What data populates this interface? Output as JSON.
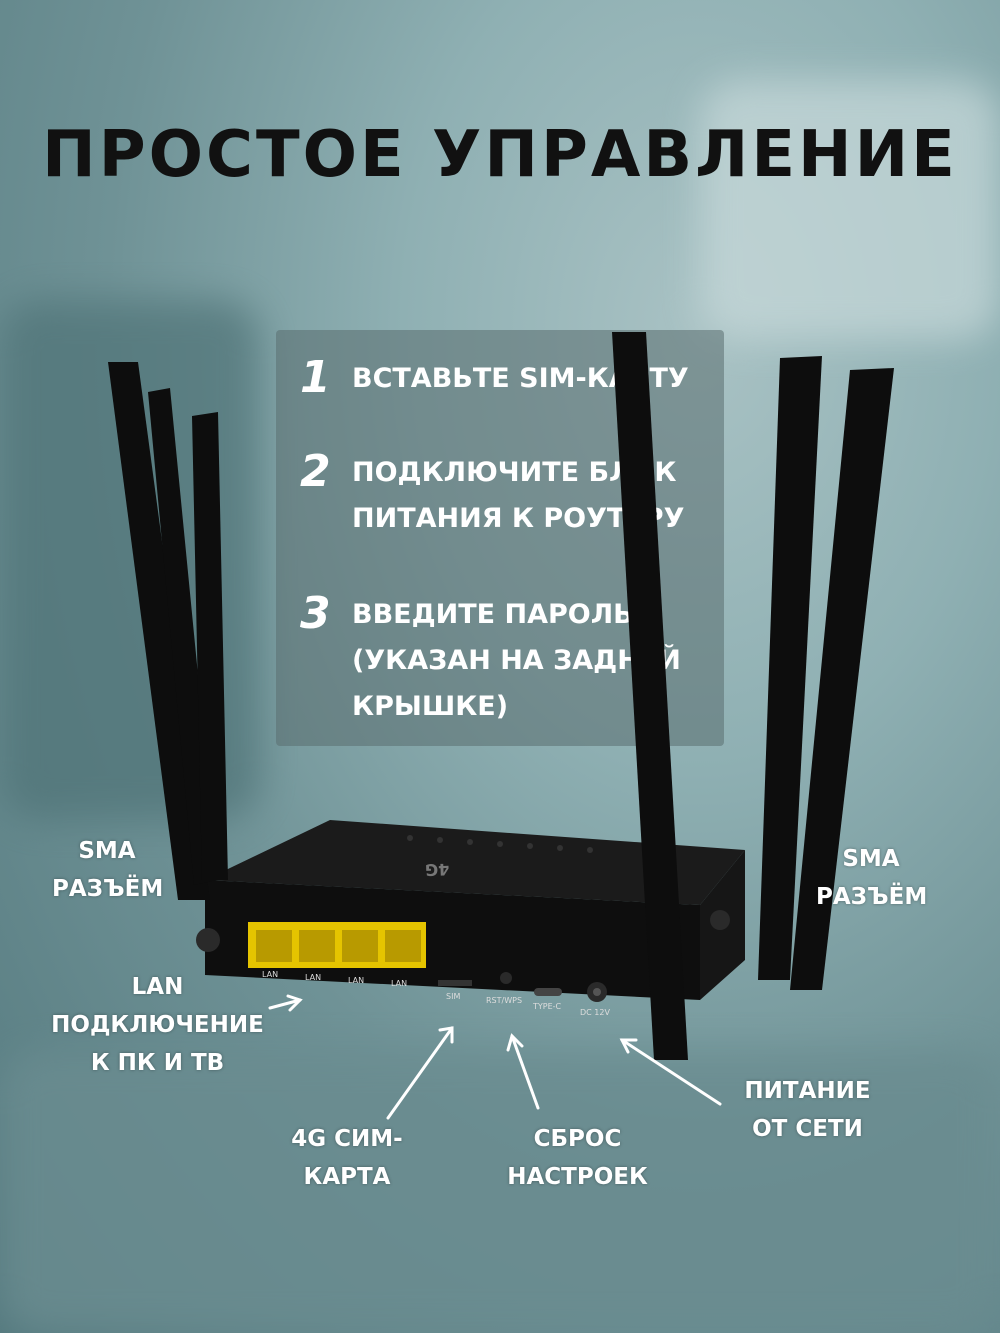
{
  "title": "Простое управление",
  "steps": [
    {
      "num": "1",
      "text": "вставьте SIM-карту"
    },
    {
      "num": "2",
      "text": "подключите блок питания к роутеру"
    },
    {
      "num": "3",
      "text": "введите пароль (указан на задней крышке)"
    }
  ],
  "callouts": {
    "sma_left": "SMA разъём",
    "sma_right": "SMA разъём",
    "lan": "LAN подключение к ПК и ТВ",
    "sim": "4G сим-карта",
    "reset": "Сброс настроек",
    "power": "Питание от сети"
  },
  "device": {
    "logo": "4G",
    "port_labels": [
      "LAN",
      "LAN",
      "LAN",
      "LAN"
    ],
    "sim_label": "SIM",
    "rst_label": "RST/WPS",
    "typec_label": "TYPE-C",
    "dc_label": "DC 12V"
  }
}
